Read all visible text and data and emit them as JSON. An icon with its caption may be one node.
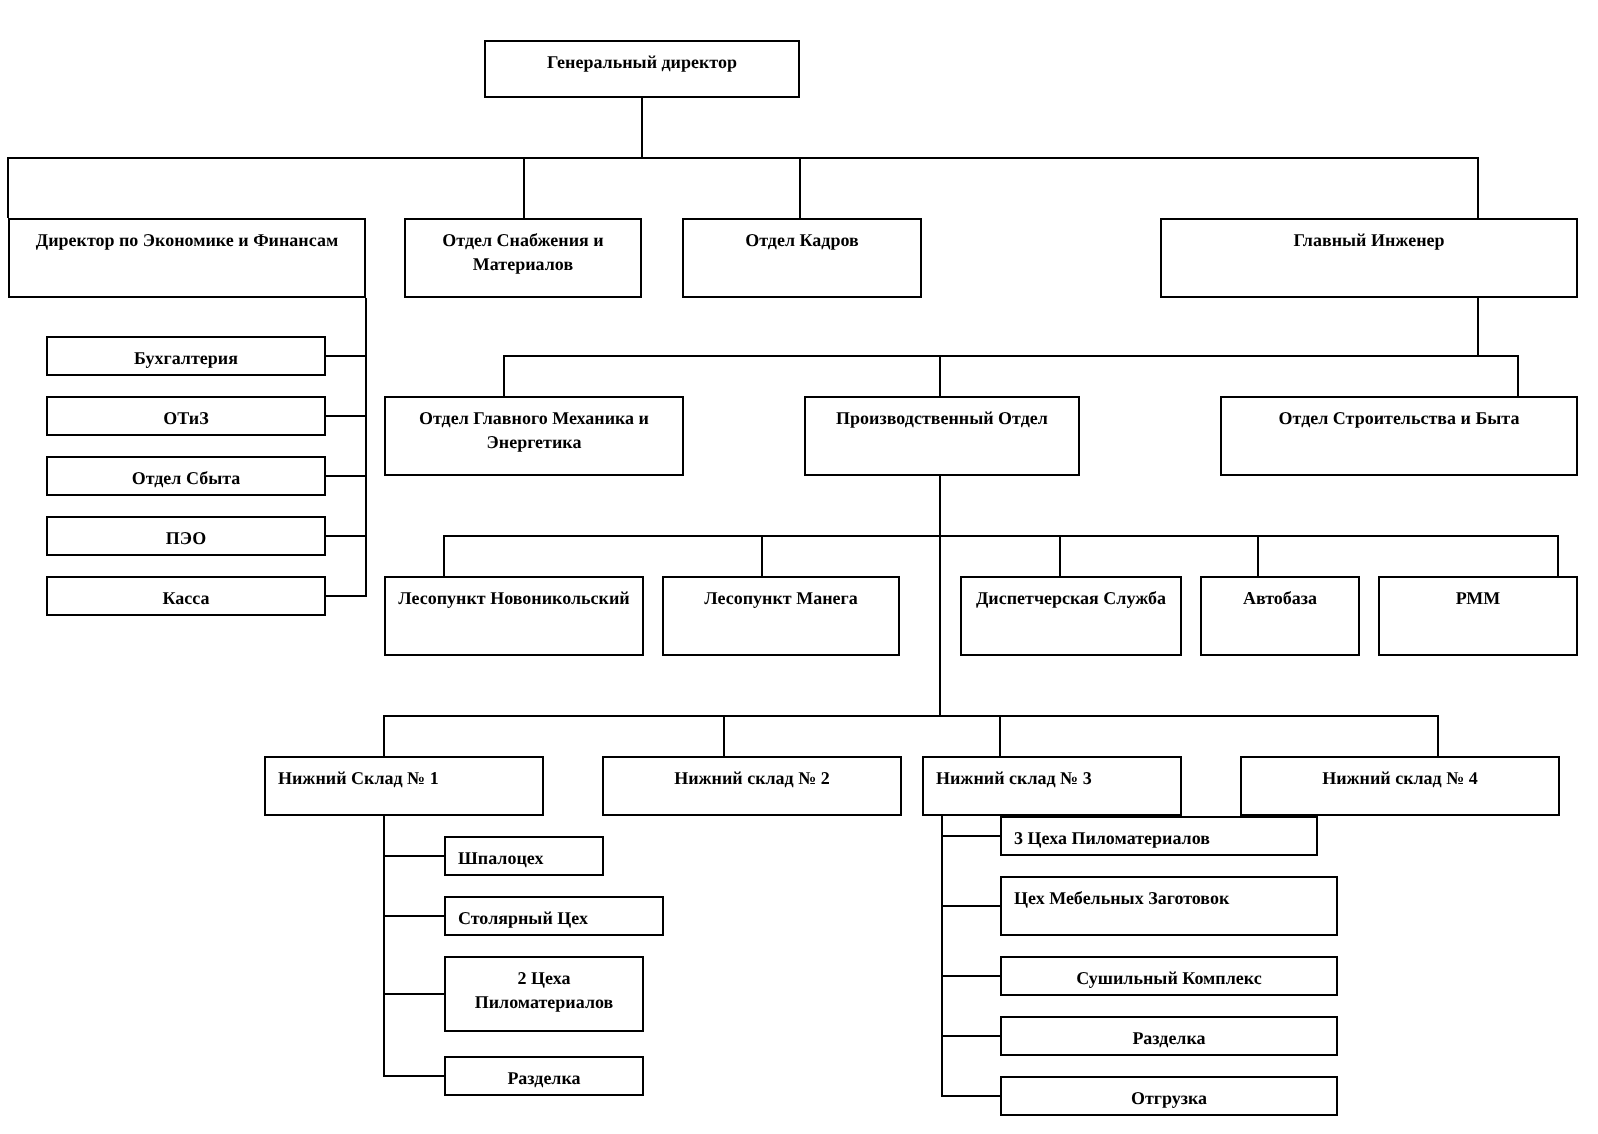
{
  "diagram": {
    "nodes": [
      {
        "text": [
          "Генеральный директор"
        ]
      },
      {
        "text": [
          "Директор по Экономике и Финансам"
        ]
      },
      {
        "text": [
          "Отдел Снабжения и Материалов"
        ]
      },
      {
        "text": [
          "Отдел Кадров"
        ]
      },
      {
        "text": [
          "Главный Инженер"
        ]
      },
      {
        "text": [
          "Бухгалтерия"
        ]
      },
      {
        "text": [
          "ОТиЗ"
        ]
      },
      {
        "text": [
          "Отдел Сбыта"
        ]
      },
      {
        "text": [
          "ПЭО"
        ]
      },
      {
        "text": [
          "Касса"
        ]
      },
      {
        "text": [
          "Отдел Главного Механика и Энергетика"
        ]
      },
      {
        "text": [
          "Производственный Отдел"
        ]
      },
      {
        "text": [
          "Отдел Строительства и Быта"
        ]
      },
      {
        "text": [
          "Лесопункт Новоникольский"
        ]
      },
      {
        "text": [
          "Лесопункт Манега"
        ]
      },
      {
        "text": [
          "Диспетчерская Служба"
        ]
      },
      {
        "text": [
          "Автобаза"
        ]
      },
      {
        "text": [
          "РММ"
        ]
      },
      {
        "text": [
          "Нижний Склад № 1"
        ]
      },
      {
        "text": [
          "Нижний склад № 2"
        ]
      },
      {
        "text": [
          "Нижний склад № 3"
        ]
      },
      {
        "text": [
          "Нижний склад № 4"
        ]
      },
      {
        "text": [
          "Шпалоцех"
        ]
      },
      {
        "text": [
          "Столярный Цех"
        ]
      },
      {
        "text": [
          "2 Цеха Пиломатериалов"
        ]
      },
      {
        "text": [
          "Разделка"
        ]
      },
      {
        "text": [
          "3 Цеха Пиломатериалов"
        ]
      },
      {
        "text": [
          "Цех Мебельных Заготовок"
        ]
      },
      {
        "text": [
          "Сушильный Комплекс"
        ]
      },
      {
        "text": [
          "Разделка"
        ]
      },
      {
        "text": [
          "Отгрузка"
        ]
      }
    ],
    "edges": [
      {
        "from": 0,
        "to": 1,
        "arrow": "none"
      },
      {
        "from": 0,
        "to": 2,
        "arrow": "none"
      },
      {
        "from": 0,
        "to": 3,
        "arrow": "none"
      },
      {
        "from": 0,
        "to": 4,
        "arrow": "none"
      },
      {
        "from": 1,
        "to": 5,
        "arrow": "none"
      },
      {
        "from": 1,
        "to": 6,
        "arrow": "none"
      },
      {
        "from": 1,
        "to": 7,
        "arrow": "none"
      },
      {
        "from": 1,
        "to": 8,
        "arrow": "none"
      },
      {
        "from": 1,
        "to": 9,
        "arrow": "none"
      },
      {
        "from": 4,
        "to": 10,
        "arrow": "none"
      },
      {
        "from": 4,
        "to": 11,
        "arrow": "none"
      },
      {
        "from": 4,
        "to": 12,
        "arrow": "none"
      },
      {
        "from": 11,
        "to": 13,
        "arrow": "none"
      },
      {
        "from": 11,
        "to": 14,
        "arrow": "none"
      },
      {
        "from": 11,
        "to": 15,
        "arrow": "none"
      },
      {
        "from": 11,
        "to": 16,
        "arrow": "none"
      },
      {
        "from": 11,
        "to": 17,
        "arrow": "none"
      },
      {
        "from": 11,
        "to": 18,
        "arrow": "none"
      },
      {
        "from": 11,
        "to": 19,
        "arrow": "none"
      },
      {
        "from": 11,
        "to": 20,
        "arrow": "none"
      },
      {
        "from": 11,
        "to": 21,
        "arrow": "none"
      },
      {
        "from": 18,
        "to": 22,
        "arrow": "none"
      },
      {
        "from": 18,
        "to": 23,
        "arrow": "none"
      },
      {
        "from": 18,
        "to": 24,
        "arrow": "none"
      },
      {
        "from": 18,
        "to": 25,
        "arrow": "none"
      },
      {
        "from": 20,
        "to": 26,
        "arrow": "none"
      },
      {
        "from": 20,
        "to": 27,
        "arrow": "none"
      },
      {
        "from": 20,
        "to": 28,
        "arrow": "none"
      },
      {
        "from": 20,
        "to": 29,
        "arrow": "none"
      },
      {
        "from": 20,
        "to": 30,
        "arrow": "none"
      }
    ]
  }
}
